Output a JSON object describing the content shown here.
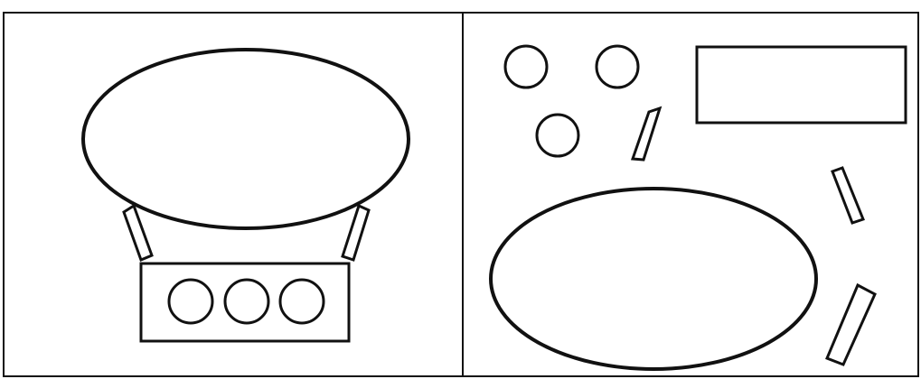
{
  "figure": {
    "panels": [
      {
        "name": "assembled-panel",
        "shapes": [
          "balloon-ellipse",
          "left-strut",
          "right-strut",
          "basket-rectangle",
          "window-circle",
          "window-circle",
          "window-circle"
        ]
      },
      {
        "name": "scattered-parts-panel",
        "shapes": [
          "circle",
          "circle",
          "circle",
          "rectangle",
          "strut",
          "strut",
          "strut",
          "ellipse"
        ]
      }
    ],
    "colors": {
      "stroke": "#111111",
      "fill": "#ffffff",
      "background": "#ffffff"
    }
  }
}
